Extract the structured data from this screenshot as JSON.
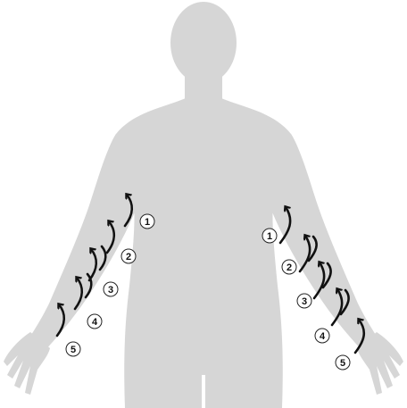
{
  "colors": {
    "body": "#d6d6d6",
    "arrow": "#111111",
    "badge_fill": "#ffffff",
    "badge_stroke": "#222222"
  },
  "right_arm_labels": [
    "1",
    "2",
    "3",
    "4",
    "5"
  ],
  "left_arm_labels": [
    "1",
    "2",
    "3",
    "4",
    "5"
  ]
}
